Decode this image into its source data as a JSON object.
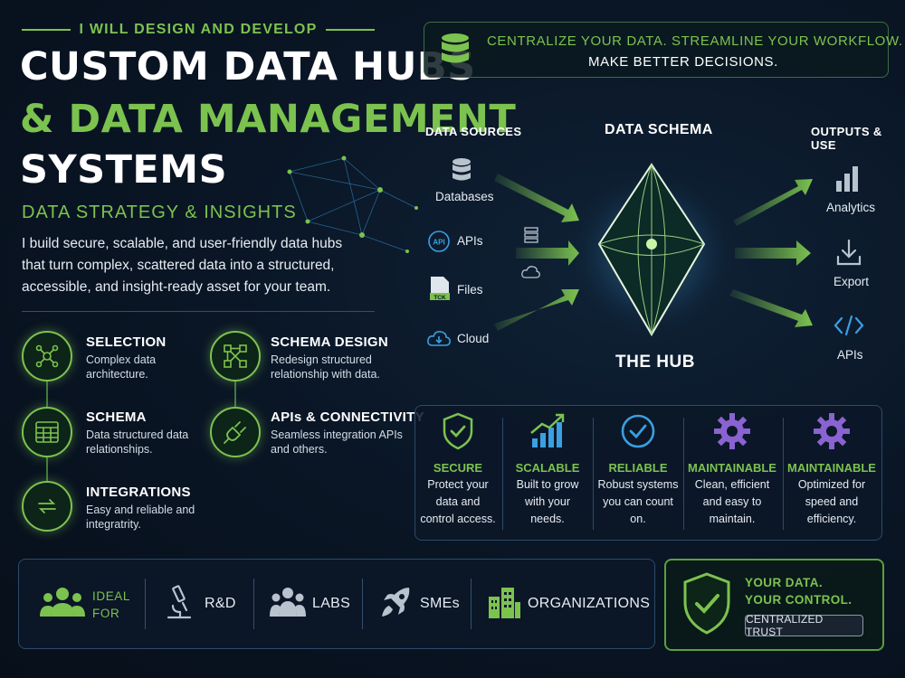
{
  "hero": {
    "eyebrow": "I WILL DESIGN AND DEVELOP",
    "title_line1": "CUSTOM DATA HUBS",
    "title_line2": "& DATA MANAGEMENT",
    "title_line3": "SYSTEMS",
    "subtitle": "DATA STRATEGY & INSIGHTS",
    "intro": "I build secure, scalable, and user-friendly data hubs that turn complex, scattered data into a structured, accessible, and insight-ready asset for your team."
  },
  "features": [
    {
      "title": "SELECTION",
      "desc": "Complex data architecture.",
      "icon": "network-icon"
    },
    {
      "title": "SCHEMA DESIGN",
      "desc": "Redesign structured relationship with data.",
      "icon": "schema-icon"
    },
    {
      "title": "SCHEMA",
      "desc": "Data structured data relationships.",
      "icon": "table-icon"
    },
    {
      "title": "APIs & CONNECTIVITY",
      "desc": "Seamless integration APIs and others.",
      "icon": "plug-icon"
    },
    {
      "title": "INTEGRATIONS",
      "desc": "Easy and reliable and integratrity.",
      "icon": "sync-icon"
    }
  ],
  "banner": {
    "line1": "CENTRALIZE YOUR DATA. STREAMLINE YOUR WORKFLOW.",
    "line2": "MAKE BETTER DECISIONS."
  },
  "diagram": {
    "sources_heading": "DATA SOURCES",
    "schema_heading": "DATA SCHEMA",
    "outputs_heading": "OUTPUTS & USE",
    "hub_label": "THE HUB",
    "sources": [
      {
        "label": "Databases",
        "icon": "database-icon"
      },
      {
        "label": "APIs",
        "icon": "api-icon",
        "icon_text": "API"
      },
      {
        "label": "Files",
        "icon": "file-icon",
        "icon_text": "TCK"
      },
      {
        "label": "Cloud",
        "icon": "cloud-icon"
      }
    ],
    "outputs": [
      {
        "label": "Analytics",
        "icon": "bar-chart-icon"
      },
      {
        "label": "Export",
        "icon": "export-icon"
      },
      {
        "label": "APIs",
        "icon": "code-icon"
      }
    ]
  },
  "qualities": [
    {
      "title": "SECURE",
      "desc": [
        "Protect your",
        "data and",
        "control access."
      ],
      "icon": "shield-check-icon"
    },
    {
      "title": "SCALABLE",
      "desc": [
        "Built to grow",
        "with your",
        "needs."
      ],
      "icon": "growth-chart-icon"
    },
    {
      "title": "RELIABLE",
      "desc": [
        "Robust systems",
        "you can count",
        "on."
      ],
      "icon": "check-circle-icon"
    },
    {
      "title": "MAINTAINABLE",
      "desc": [
        "Clean, efficient",
        "and easy to",
        "maintain."
      ],
      "icon": "gear-icon"
    },
    {
      "title": "MAINTAINABLE",
      "desc": [
        "Optimized for",
        "speed and",
        "efficiency."
      ],
      "icon": "gear-icon"
    }
  ],
  "ideal_for": {
    "label_line1": "IDEAL",
    "label_line2": "FOR",
    "items": [
      {
        "label": "R&D",
        "icon": "microscope-icon"
      },
      {
        "label": "LABS",
        "icon": "team-icon"
      },
      {
        "label": "SMEs",
        "icon": "rocket-icon"
      },
      {
        "label": "ORGANIZATIONS",
        "icon": "buildings-icon"
      }
    ]
  },
  "trust": {
    "line1": "YOUR DATA.",
    "line2": "YOUR CONTROL.",
    "badge": "CENTRALIZED TRUST"
  },
  "colors": {
    "accent_green": "#7cc24f",
    "accent_blue": "#3b9fe0",
    "accent_purple": "#8a63d2",
    "background": "#0a1626"
  }
}
